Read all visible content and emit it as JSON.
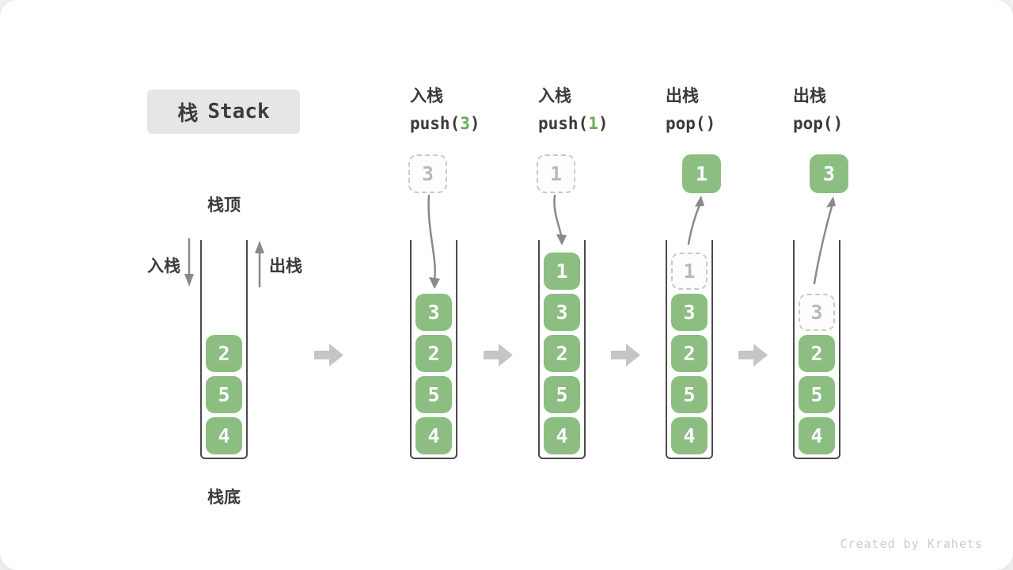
{
  "title": {
    "zh": "栈",
    "en": "Stack"
  },
  "colors": {
    "cell_green": "#8CBE82",
    "arg_green": "#6AAB54",
    "arrow_gray": "#8A8A8A",
    "chevron_gray": "#C5C5C5"
  },
  "initial": {
    "top_label": "栈顶",
    "bottom_label": "栈底",
    "push_label": "入栈",
    "pop_label": "出栈",
    "cells": [
      {
        "v": "2"
      },
      {
        "v": "5"
      },
      {
        "v": "4"
      }
    ]
  },
  "steps": [
    {
      "op": "入栈",
      "code_pre": "push(",
      "arg": "3",
      "code_post": ")",
      "float": "3",
      "float_type": "ghost",
      "arrow": "in",
      "cells": [
        {
          "v": "3"
        },
        {
          "v": "2"
        },
        {
          "v": "5"
        },
        {
          "v": "4"
        }
      ]
    },
    {
      "op": "入栈",
      "code_pre": "push(",
      "arg": "1",
      "code_post": ")",
      "float": "1",
      "float_type": "ghost",
      "arrow": "in",
      "cells": [
        {
          "v": "1"
        },
        {
          "v": "3"
        },
        {
          "v": "2"
        },
        {
          "v": "5"
        },
        {
          "v": "4"
        }
      ]
    },
    {
      "op": "出栈",
      "code_pre": "pop(",
      "arg": "",
      "code_post": ")",
      "float": "1",
      "float_type": "solid",
      "arrow": "out",
      "cells": [
        {
          "v": "1",
          "ghost": true
        },
        {
          "v": "3"
        },
        {
          "v": "2"
        },
        {
          "v": "5"
        },
        {
          "v": "4"
        }
      ]
    },
    {
      "op": "出栈",
      "code_pre": "pop(",
      "arg": "",
      "code_post": ")",
      "float": "3",
      "float_type": "solid",
      "arrow": "out",
      "cells": [
        {
          "v": "3",
          "ghost": true
        },
        {
          "v": "2"
        },
        {
          "v": "5"
        },
        {
          "v": "4"
        }
      ]
    }
  ],
  "footer": {
    "credit": "Created by Krahets"
  }
}
